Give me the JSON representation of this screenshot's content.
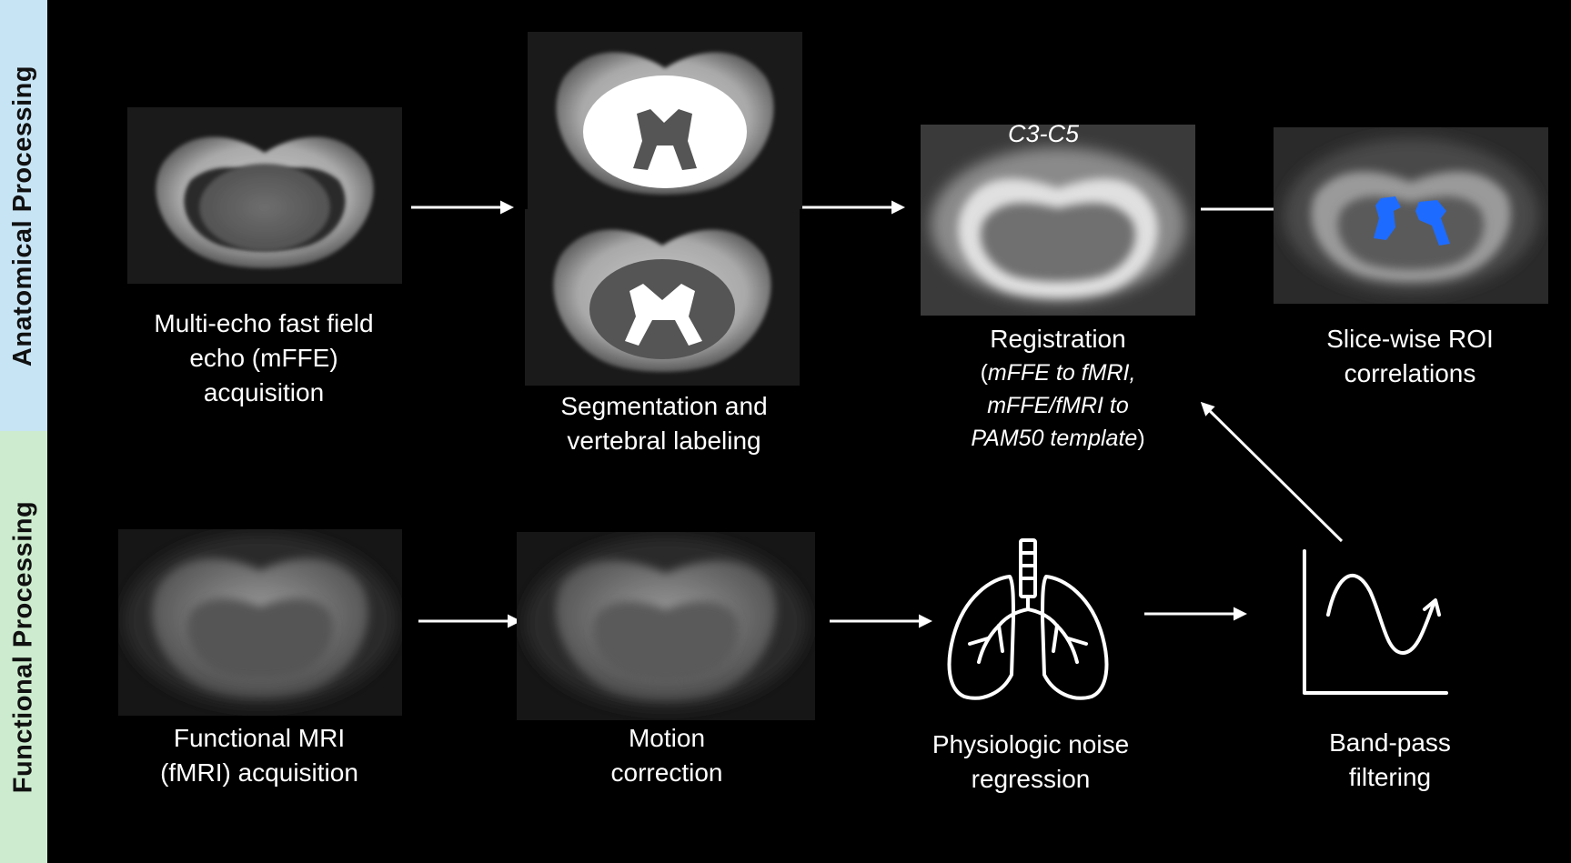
{
  "sidebar": {
    "anatomical": "Anatomical Processing",
    "functional": "Functional Processing"
  },
  "anatomical": {
    "step1": {
      "line1": "Multi-echo fast field",
      "line2": "echo (mFFE)",
      "line3": "acquisition"
    },
    "step2": {
      "line1": "Segmentation and",
      "line2": "vertebral labeling"
    },
    "step3": {
      "title": "Registration",
      "detail1": "mFFE to fMRI,",
      "detail2": "mFFE/fMRI to",
      "detail3": "PAM50 template",
      "open_paren": "(",
      "close_paren": ")",
      "vertebral_tag": "C3-C5"
    },
    "step4": {
      "line1": "Slice-wise ROI",
      "line2": "correlations"
    }
  },
  "functional": {
    "step1": {
      "line1": "Functional MRI",
      "line2": "(fMRI) acquisition"
    },
    "step2": {
      "line1": "Motion",
      "line2": "correction"
    },
    "step3": {
      "line1": "Physiologic noise",
      "line2": "regression"
    },
    "step4": {
      "line1": "Band-pass",
      "line2": "filtering"
    }
  },
  "colors": {
    "background": "#000000",
    "anatomical_band": "#c7e4f4",
    "functional_band": "#cdeccf",
    "roi_highlight": "#1e6cff",
    "arrow": "#ffffff"
  },
  "icons": [
    "lungs-icon",
    "bandpass-filter-icon"
  ]
}
